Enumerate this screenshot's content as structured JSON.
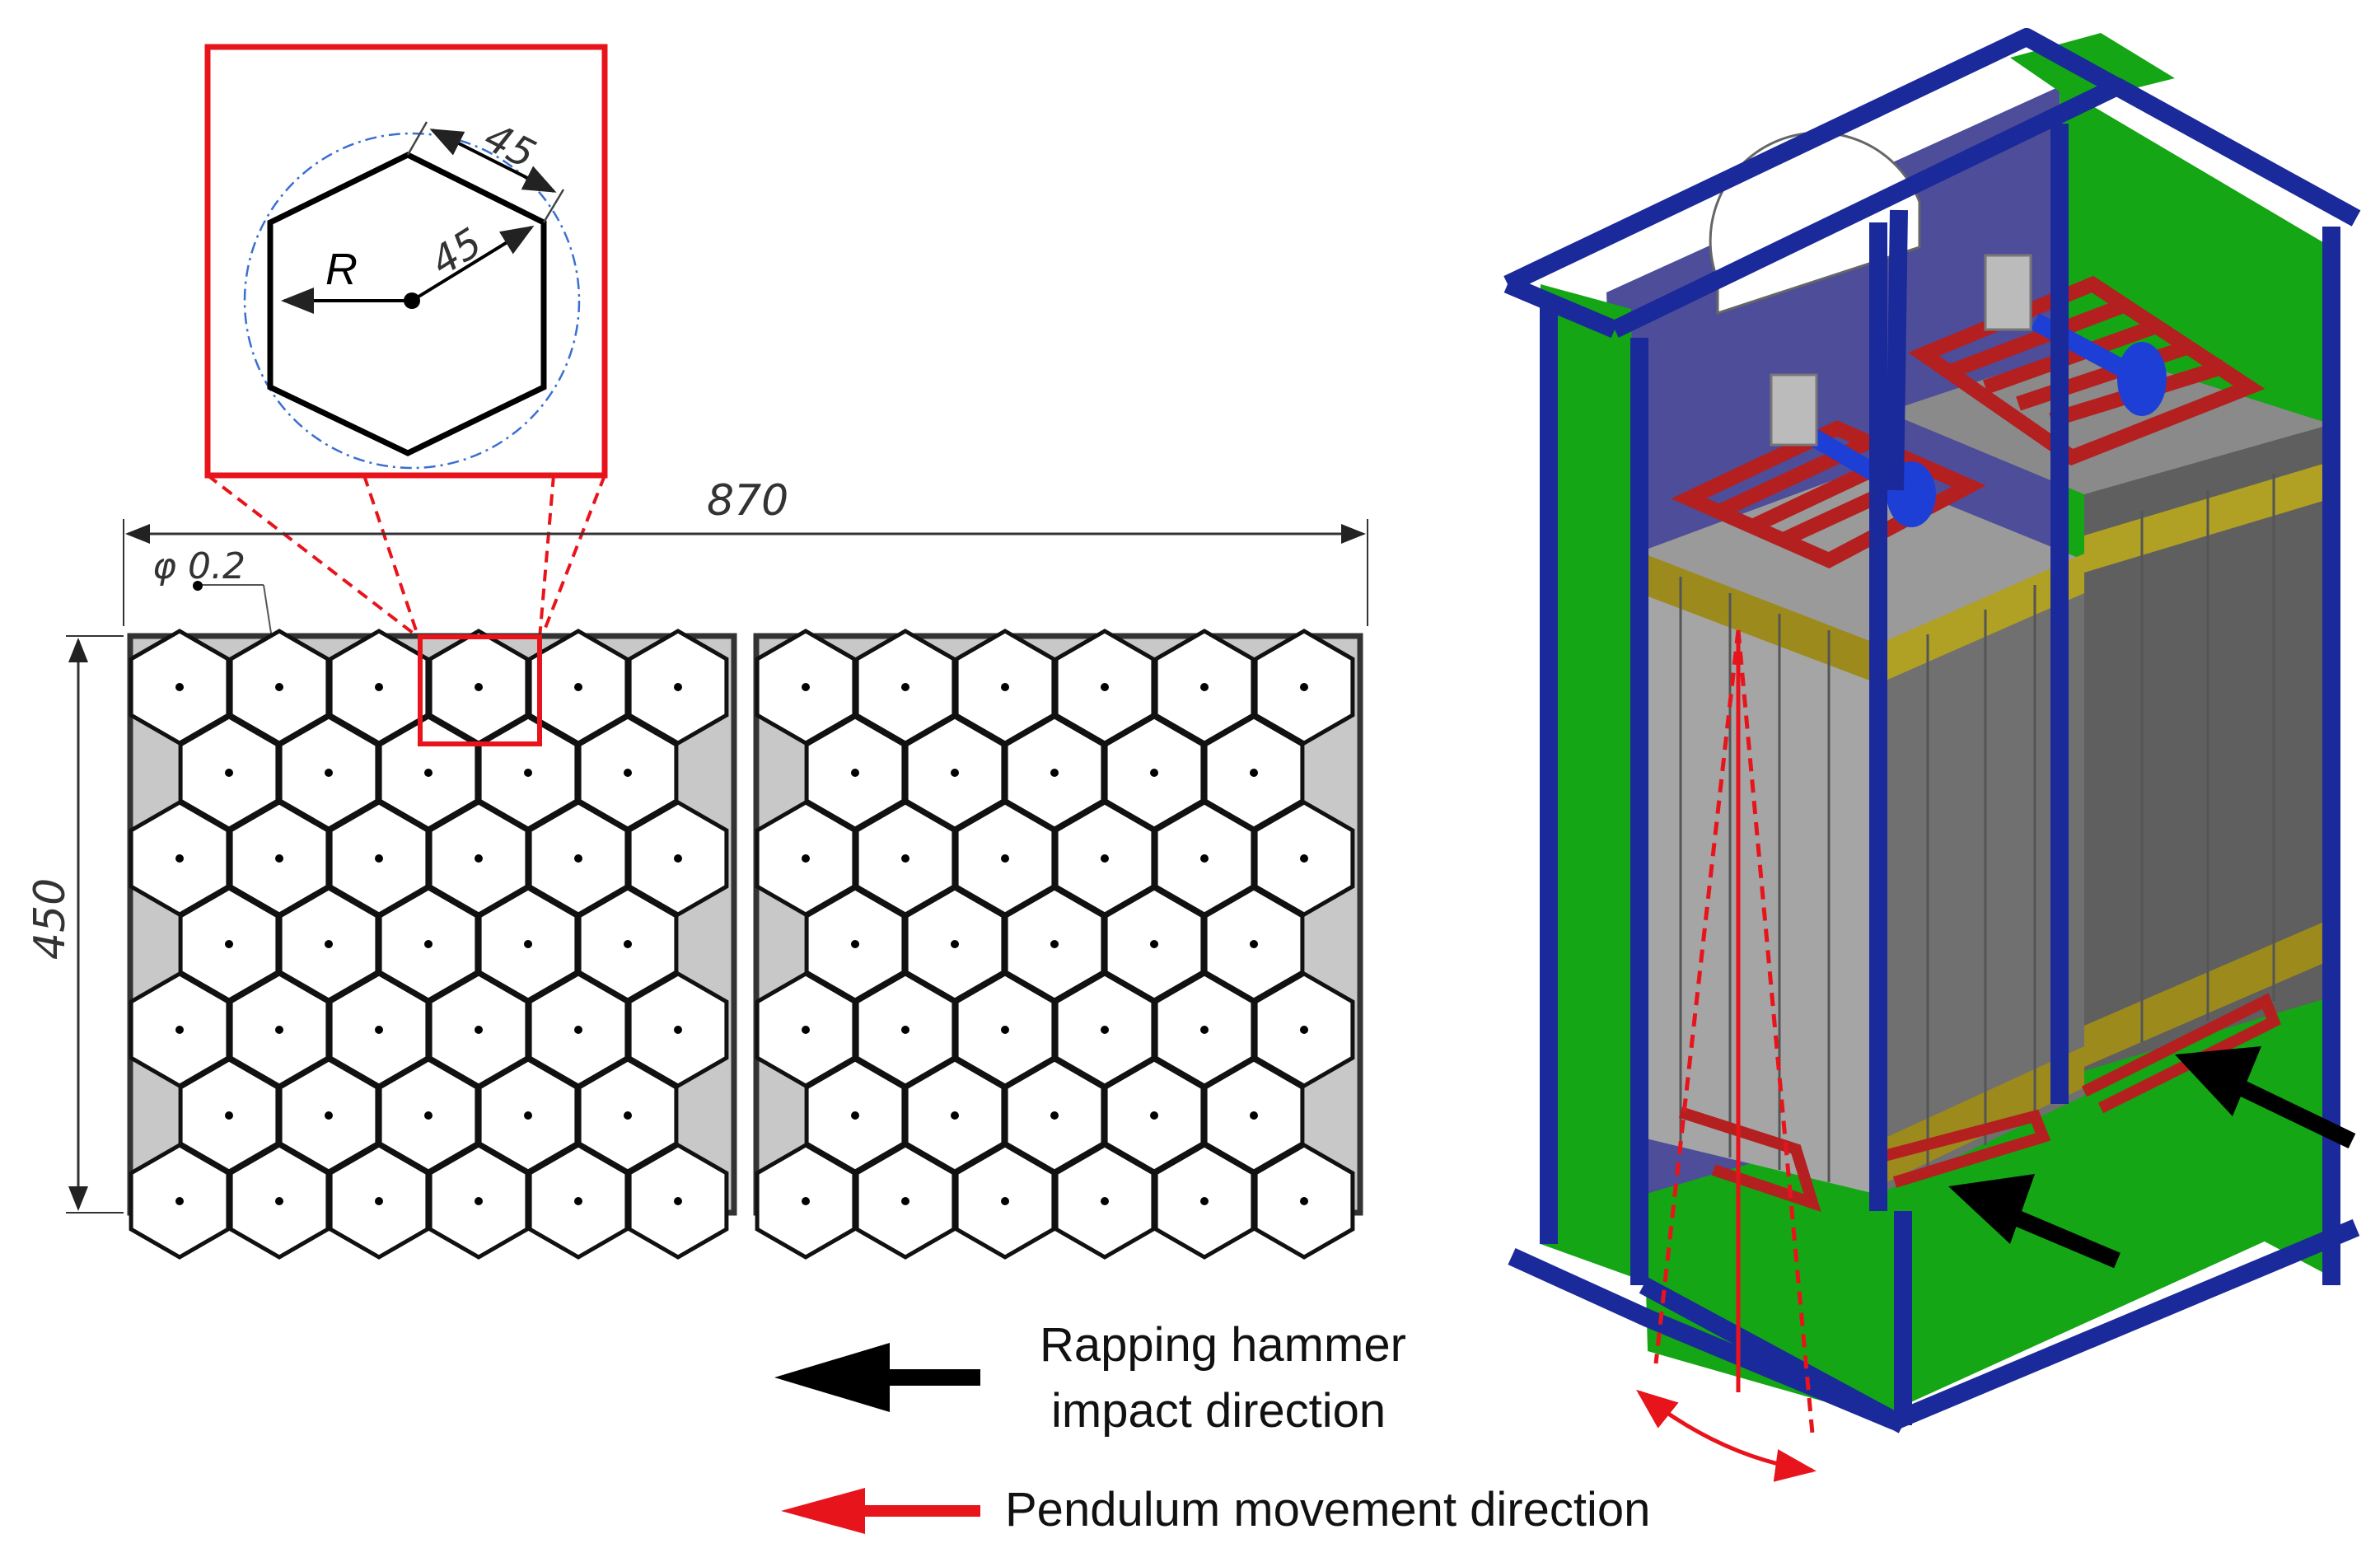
{
  "dimensions": {
    "overall_width": "870",
    "height": "450",
    "hole_diameter": "φ 0.2",
    "hex_side_top": "45",
    "hex_radius_value": "45",
    "radius_symbol": "R"
  },
  "legend": {
    "rapping_line1": "Rapping hammer",
    "rapping_line2": "impact direction",
    "pendulum": "Pendulum movement direction"
  },
  "colors": {
    "detail_red": "#e8141c",
    "frame_blue": "#1b2a9a",
    "panel_green": "#14a614",
    "rapping_bar_red": "#b42020",
    "tape_olive": "#9c8a1c",
    "plate_gray": "#7a7a7a",
    "cell_corner_gray": "#c8c8c8",
    "arrow_black": "#000000"
  },
  "icons": {
    "rapping_arrow": "black-arrow-left-icon",
    "pendulum_arrow": "red-arrow-left-icon"
  }
}
